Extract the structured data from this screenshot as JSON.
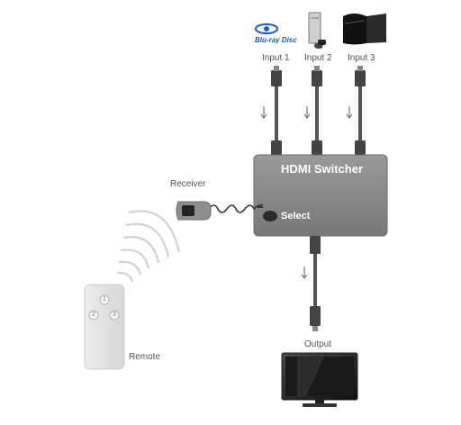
{
  "inputs": [
    {
      "label": "Input 1",
      "device_icon": "blu-ray-disc-logo-icon"
    },
    {
      "label": "Input 2",
      "device_icon": "game-console-icon"
    },
    {
      "label": "Input 3",
      "device_icon": "playstation-console-icon"
    }
  ],
  "bluray_logo_text": "Blu-ray Disc",
  "switcher": {
    "title": "HDMI Switcher",
    "select_label": "Select"
  },
  "receiver_label": "Receiver",
  "remote": {
    "label": "Remote",
    "buttons": [
      "1",
      "2",
      "3"
    ]
  },
  "output_label": "Output",
  "colors": {
    "cable": "#555555",
    "box": "#8a8a8a",
    "remote": "#e2e2e2",
    "signal": "#d4d4d4",
    "logo": "#1b5fb5"
  },
  "icons": [
    "hdmi-plug-icon",
    "down-arrow-icon",
    "tv-monitor-icon",
    "signal-wave-icon",
    "ir-receiver-icon"
  ]
}
